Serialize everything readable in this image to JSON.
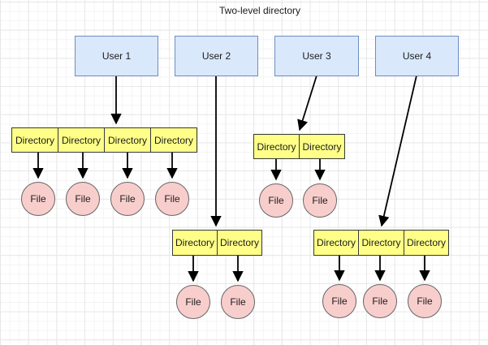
{
  "title": "Two-level directory",
  "colors": {
    "user_fill": "#dae8fc",
    "user_border": "#6c8ebf",
    "directory_fill": "#ffff88",
    "directory_border": "#36393d",
    "file_fill": "#f8cecc",
    "file_border": "#666666",
    "arrow": "#000000",
    "grid_minor": "#f4f4f4",
    "grid_major": "#e7e7e7"
  },
  "users": [
    {
      "label": "User 1"
    },
    {
      "label": "User 2"
    },
    {
      "label": "User 3"
    },
    {
      "label": "User 4"
    }
  ],
  "groups": [
    {
      "owner": "User 1",
      "directories": [
        "Directory",
        "Directory",
        "Directory",
        "Directory"
      ],
      "files": [
        "File",
        "File",
        "File",
        "File"
      ]
    },
    {
      "owner": "User 2",
      "directories": [
        "Directory",
        "Directory"
      ],
      "files": [
        "File",
        "File"
      ]
    },
    {
      "owner": "User 3",
      "directories": [
        "Directory",
        "Directory"
      ],
      "files": [
        "File",
        "File"
      ]
    },
    {
      "owner": "User 4",
      "directories": [
        "Directory",
        "Directory",
        "Directory"
      ],
      "files": [
        "File",
        "File",
        "File"
      ]
    }
  ]
}
